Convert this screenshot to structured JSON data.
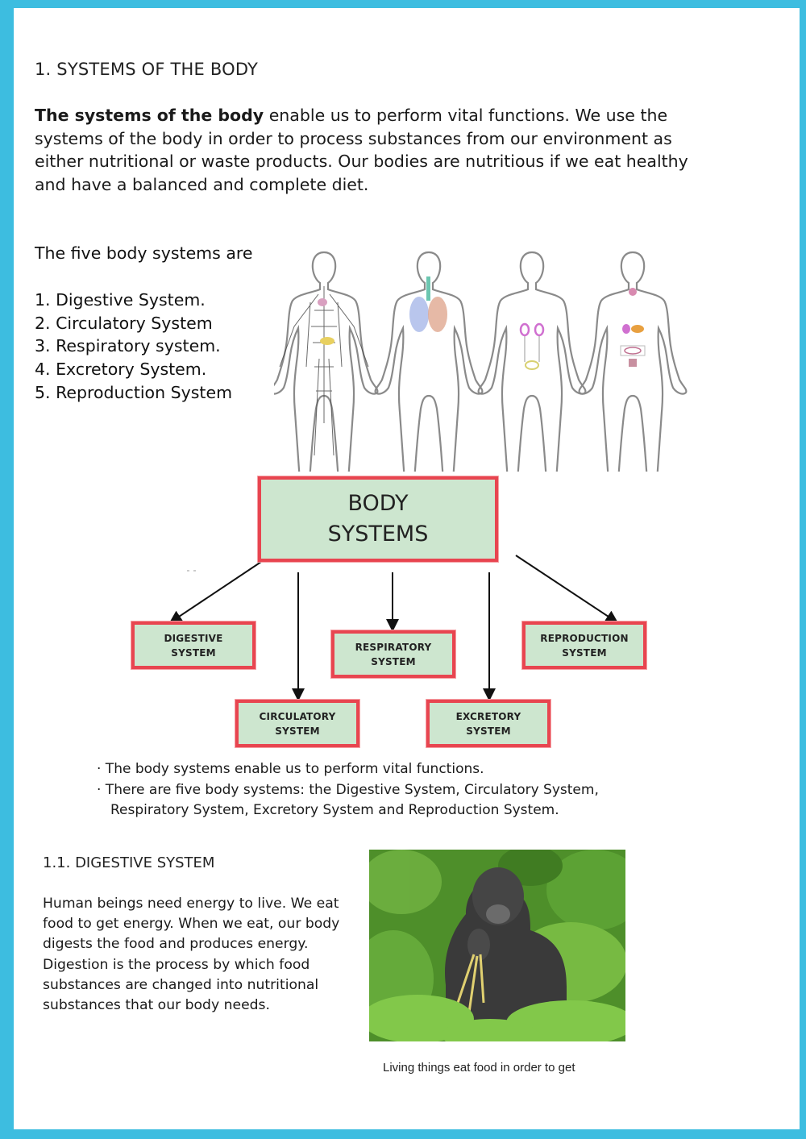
{
  "page": {
    "border_color": "#3dbde0"
  },
  "section": {
    "title": "1. SYSTEMS OF THE BODY",
    "intro_bold": "The systems of the body",
    "intro_rest": " enable us to perform vital functions. We use the systems of the body in order to process substances from our environment as either nutritional or waste products. Our bodies are nutritious if we eat healthy and have a balanced and complete diet."
  },
  "five_systems": {
    "heading": "The five body systems are",
    "items": [
      "1. Digestive System.",
      "2. Circulatory System",
      "3. Respiratory system.",
      "4. Excretory System.",
      "5. Reproduction System"
    ]
  },
  "figures": {
    "alt": "Four human body outlines showing circulatory, respiratory, excretory and reproductive systems"
  },
  "diagram": {
    "root_line1": "BODY",
    "root_line2": "SYSTEMS",
    "box_color": "#cde6cf",
    "border_color": "#e84550",
    "children": [
      {
        "line1": "DIGESTIVE",
        "line2": "SYSTEM"
      },
      {
        "line1": "CIRCULATORY",
        "line2": "SYSTEM"
      },
      {
        "line1": "RESPIRATORY",
        "line2": "SYSTEM"
      },
      {
        "line1": "EXCRETORY",
        "line2": "SYSTEM"
      },
      {
        "line1": "REPRODUCTION",
        "line2": "SYSTEM"
      }
    ]
  },
  "summary": {
    "bullet1": "· The body systems enable us to perform vital functions.",
    "bullet2a": "· There are five body systems: the Digestive System, Circulatory System,",
    "bullet2b": "  Respiratory System, Excretory System and Reproduction System."
  },
  "digestive": {
    "title": "1.1. DIGESTIVE SYSTEM",
    "paragraph": "Human beings need energy to live. We eat food to get energy. When we eat, our body digests the food and produces energy. Digestion is the process by which food substances are changed into nutritional substances that our body needs.",
    "photo_caption": "Living things eat food in order to get"
  }
}
